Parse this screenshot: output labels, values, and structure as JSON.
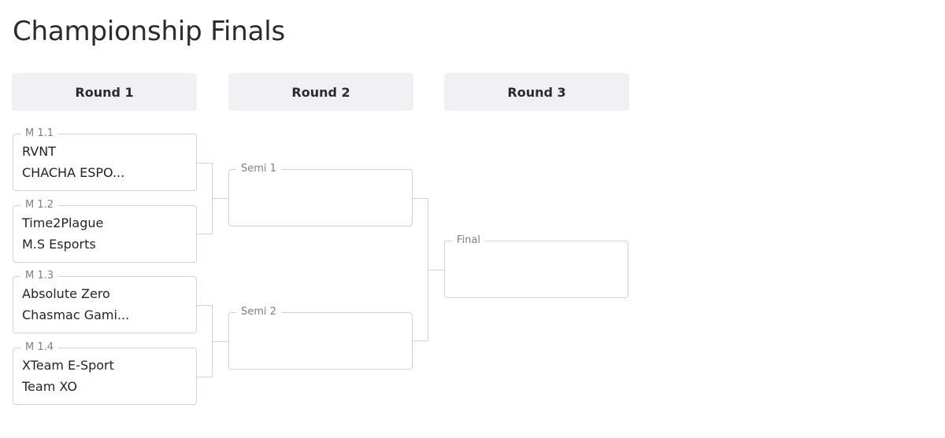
{
  "page": {
    "title": "Championship Finals"
  },
  "rounds": [
    {
      "label": "Round 1"
    },
    {
      "label": "Round 2"
    },
    {
      "label": "Round 3"
    }
  ],
  "matches": {
    "m11": {
      "label": "M 1.1",
      "team1": "RVNT",
      "team2": "CHACHA ESPO..."
    },
    "m12": {
      "label": "M 1.2",
      "team1": "Time2Plague",
      "team2": "M.S Esports"
    },
    "m13": {
      "label": "M 1.3",
      "team1": "Absolute Zero",
      "team2": "Chasmac Gami..."
    },
    "m14": {
      "label": "M 1.4",
      "team1": "XTeam E-Sport",
      "team2": "Team XO"
    },
    "semi1": {
      "label": "Semi 1"
    },
    "semi2": {
      "label": "Semi 2"
    },
    "final": {
      "label": "Final"
    }
  }
}
